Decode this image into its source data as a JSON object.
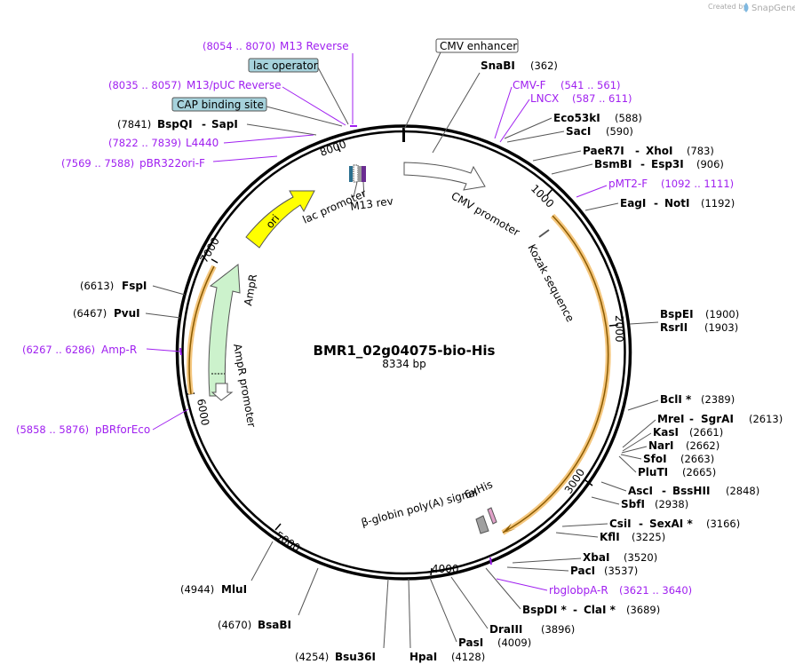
{
  "credit": {
    "prefix": "Created by",
    "brand": "SnapGene"
  },
  "plasmid": {
    "name": "BMR1_02g04075-bio-His",
    "size": "8334 bp"
  },
  "ticks": [
    "1000",
    "2000",
    "3000",
    "4000",
    "5000",
    "6000",
    "7000",
    "8000"
  ],
  "features": {
    "cmv_promoter": "CMV promoter",
    "kozak": "Kozak sequence",
    "lac_promoter": "lac promoter",
    "m13_rev": "M13 rev",
    "ori": "ori",
    "ampr": "AmpR",
    "ampr_promoter": "AmpR promoter",
    "his": "6xHis",
    "polya": "β-globin poly(A) signal"
  },
  "boxed": {
    "cmv_enhancer": "CMV enhancer",
    "lac_operator": "lac operator",
    "cap": "CAP binding site"
  },
  "primers": {
    "m13r": {
      "name": "M13 Reverse",
      "range": "(8054 .. 8070)"
    },
    "m13puc": {
      "name": "M13/pUC Reverse",
      "range": "(8035 .. 8057)"
    },
    "l4440": {
      "name": "L4440",
      "range": "(7822 .. 7839)"
    },
    "pbr322": {
      "name": "pBR322ori-F",
      "range": "(7569 .. 7588)"
    },
    "cmvf": {
      "name": "CMV-F",
      "range": "(541 .. 561)"
    },
    "lncx": {
      "name": "LNCX",
      "range": "(587 .. 611)"
    },
    "pmt2": {
      "name": "pMT2-F",
      "range": "(1092 .. 1111)"
    },
    "ampr": {
      "name": "Amp-R",
      "range": "(6267 .. 6286)"
    },
    "pbrfor": {
      "name": "pBRforEco",
      "range": "(5858 .. 5876)"
    },
    "rbglob": {
      "name": "rbglobpA-R",
      "range": "(3621 .. 3640)"
    }
  },
  "enzymes": {
    "snabi": {
      "name": "SnaBI",
      "pos": "(362)"
    },
    "eco53ki": {
      "name": "Eco53kI",
      "pos": "(588)"
    },
    "saci": {
      "name": "SacI",
      "pos": "(590)"
    },
    "paer7i": {
      "name": "PaeR7I",
      "sep": "-",
      "name2": "XhoI",
      "pos": "(783)"
    },
    "bsmbi": {
      "name": "BsmBI",
      "sep": "-",
      "name2": "Esp3I",
      "pos": "(906)"
    },
    "eagi": {
      "name": "EagI",
      "sep": "-",
      "name2": "NotI",
      "pos": "(1192)"
    },
    "bspei": {
      "name": "BspEI",
      "pos": "(1900)"
    },
    "rsrii": {
      "name": "RsrII",
      "pos": "(1903)"
    },
    "bcli": {
      "name": "BclI *",
      "pos": "(2389)"
    },
    "mrei": {
      "name": "MreI",
      "sep": "-",
      "name2": "SgrAI",
      "pos": "(2613)"
    },
    "kasi": {
      "name": "KasI",
      "pos": "(2661)"
    },
    "nari": {
      "name": "NarI",
      "pos": "(2662)"
    },
    "sfoi": {
      "name": "SfoI",
      "pos": "(2663)"
    },
    "pluti": {
      "name": "PluTI",
      "pos": "(2665)"
    },
    "asci": {
      "name": "AscI",
      "sep": "-",
      "name2": "BssHII",
      "pos": "(2848)"
    },
    "sbfi": {
      "name": "SbfI",
      "pos": "(2938)"
    },
    "csii": {
      "name": "CsiI",
      "sep": "-",
      "name2": "SexAI *",
      "pos": "(3166)"
    },
    "kfli": {
      "name": "KflI",
      "pos": "(3225)"
    },
    "xbai": {
      "name": "XbaI",
      "pos": "(3520)"
    },
    "paci": {
      "name": "PacI",
      "pos": "(3537)"
    },
    "bspdi": {
      "name": "BspDI *",
      "sep": "-",
      "name2": "ClaI *",
      "pos": "(3689)"
    },
    "draiii": {
      "name": "DraIII",
      "pos": "(3896)"
    },
    "pasi": {
      "name": "PasI",
      "pos": "(4009)"
    },
    "hpai": {
      "name": "HpaI",
      "pos": "(4128)"
    },
    "bsu36i": {
      "name": "Bsu36I",
      "pos": "(4254)"
    },
    "bsabi": {
      "name": "BsaBI",
      "pos": "(4670)"
    },
    "mlui": {
      "name": "MluI",
      "pos": "(4944)"
    },
    "pvui": {
      "name": "PvuI",
      "pos": "(6467)"
    },
    "fspi": {
      "name": "FspI",
      "pos": "(6613)"
    },
    "bspqi": {
      "name": "BspQI",
      "sep": "-",
      "name2": "SapI",
      "pos": "(7841)"
    }
  },
  "colors": {
    "ori": "#ffff00",
    "ampr": "#ccf2cc",
    "orf_highlight": "#f5c77e",
    "boxed_fill": "#a6d2dc",
    "primer": "#a020f0"
  },
  "icons": [
    "snapgene-logo-icon"
  ]
}
